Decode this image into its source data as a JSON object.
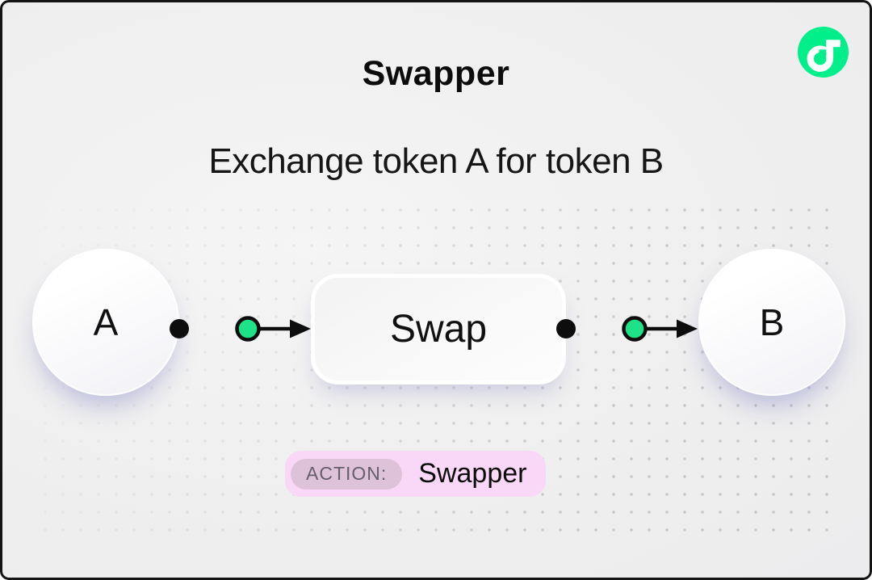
{
  "card": {
    "title": "Swapper",
    "subtitle": "Exchange token A for token B"
  },
  "logo": {
    "name": "flow-logo",
    "color": "#00EF8B"
  },
  "diagram": {
    "type": "flow",
    "nodes": [
      {
        "id": "token-a",
        "label": "A",
        "shape": "circle"
      },
      {
        "id": "swap",
        "label": "Swap",
        "shape": "rounded-rect"
      },
      {
        "id": "token-b",
        "label": "B",
        "shape": "circle"
      }
    ],
    "edges": [
      {
        "from": "token-a",
        "to": "swap",
        "marker": "green-port-dot"
      },
      {
        "from": "swap",
        "to": "token-b",
        "marker": "green-port-dot"
      }
    ],
    "colors": {
      "port_green": "#1EE287",
      "line_black": "#0d0d0d"
    }
  },
  "badge": {
    "label": "ACTION:",
    "value": "Swapper",
    "colors": {
      "bg": "#F9D7F7",
      "label_bg": "#DEC2DA",
      "label_text": "#675E6C"
    }
  }
}
